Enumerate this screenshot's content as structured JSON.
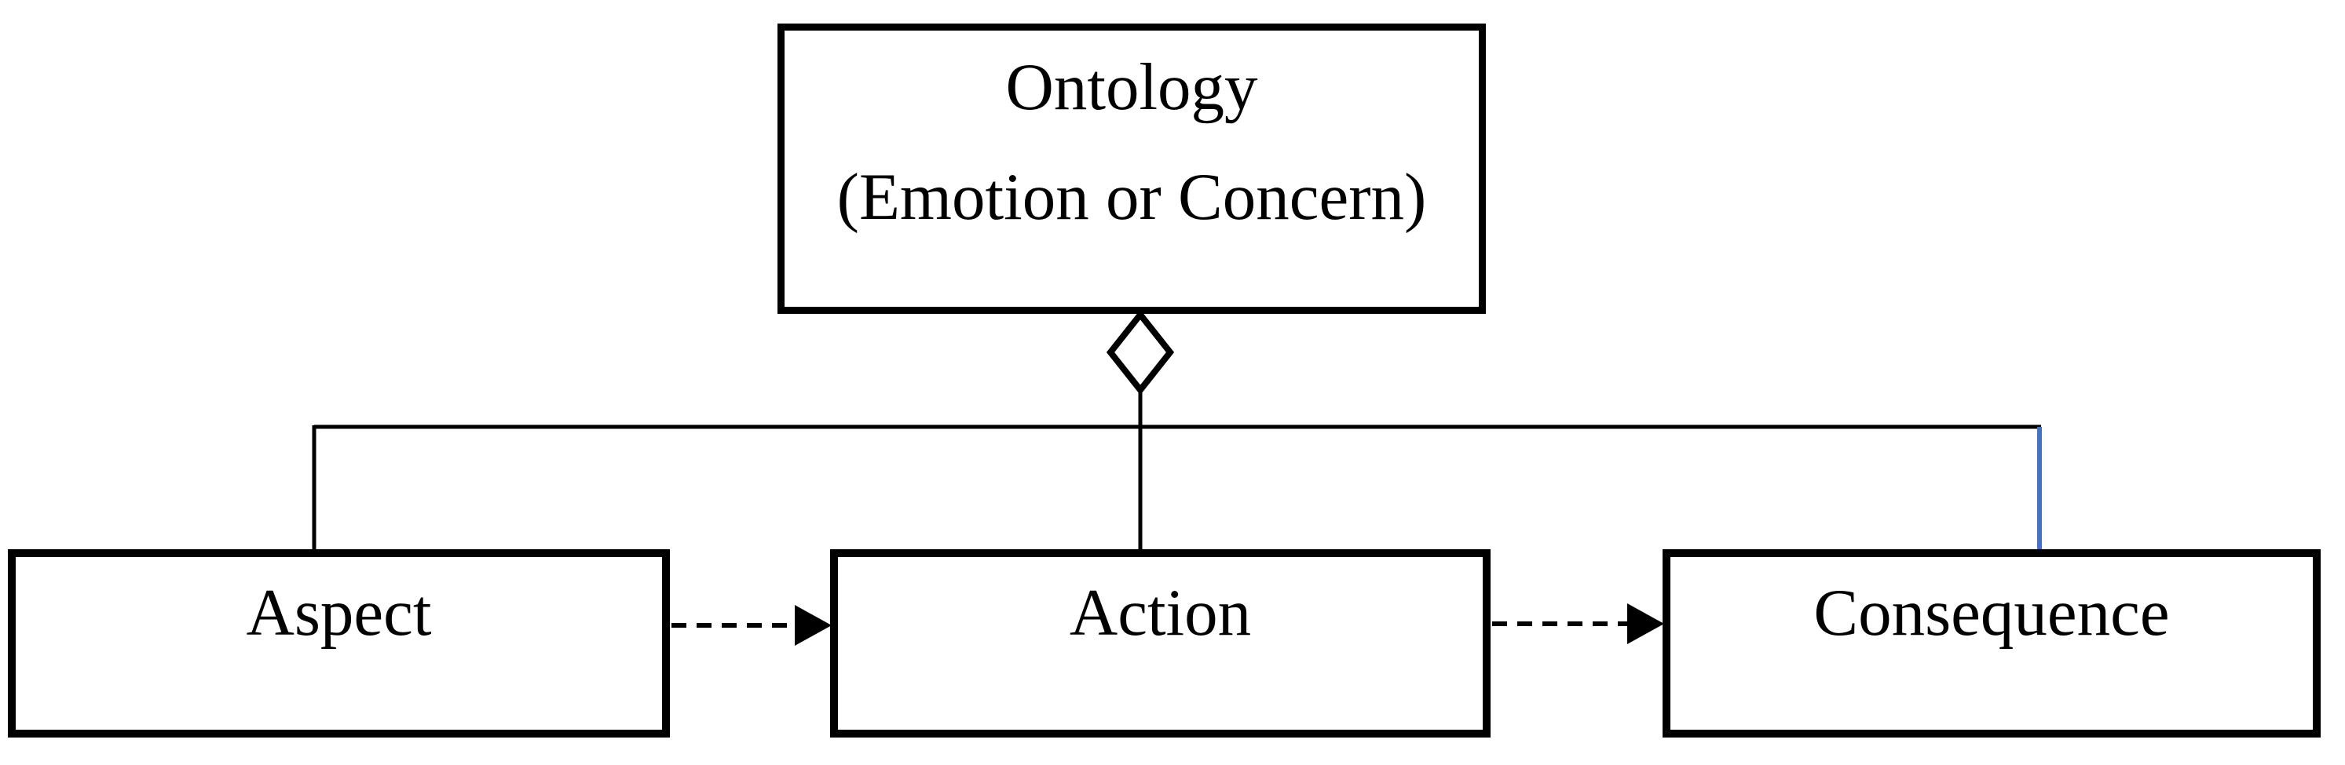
{
  "nodes": {
    "ontology": {
      "line1": "Ontology",
      "line2": "(Emotion or Concern)"
    },
    "aspect": {
      "label": "Aspect"
    },
    "action": {
      "label": "Action"
    },
    "consequence": {
      "label": "Consequence"
    }
  },
  "connectors": {
    "aggregation_symbol": "hollow-diamond",
    "parent_to_children": "ontology contains aspect, action, consequence",
    "dashed_arrow_1": "aspect to action",
    "dashed_arrow_2": "action to consequence"
  },
  "colors": {
    "line": "#000000",
    "text": "#000000",
    "highlight_blue": "#4472C4",
    "background": "#ffffff"
  }
}
